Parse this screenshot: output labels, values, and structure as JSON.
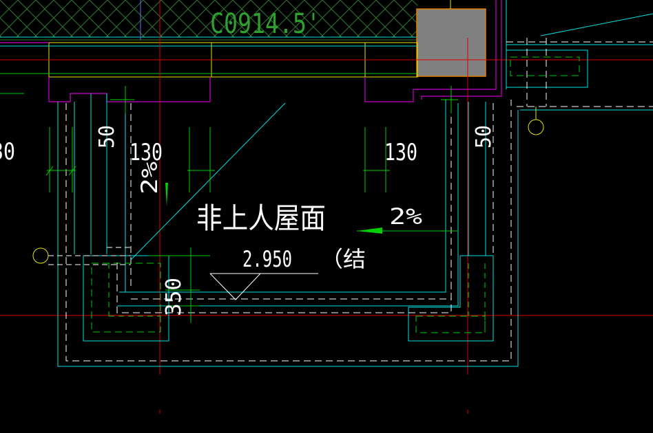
{
  "drawing": {
    "window_label": "C0914.5'",
    "room_label": "非上人屋面",
    "slope_right": "2%",
    "slope_left": "2%",
    "elevation": "2.950",
    "elevation_note": "（结",
    "dim_130_left": "130",
    "dim_130_right": "130",
    "dim_50_left": "50",
    "dim_50_right": "50",
    "dim_350": "350",
    "dim_partial_left": "30"
  },
  "colors": {
    "background": "#000000",
    "cyan": "#00e5e5",
    "green": "#00d000",
    "red": "#e00000",
    "white": "#ffffff",
    "yellow": "#e6e600",
    "magenta": "#d000d0",
    "gray_fill": "#808080",
    "orange": "#e08000",
    "blue": "#3a3adf",
    "hatch_green": "#2f8a2f"
  }
}
